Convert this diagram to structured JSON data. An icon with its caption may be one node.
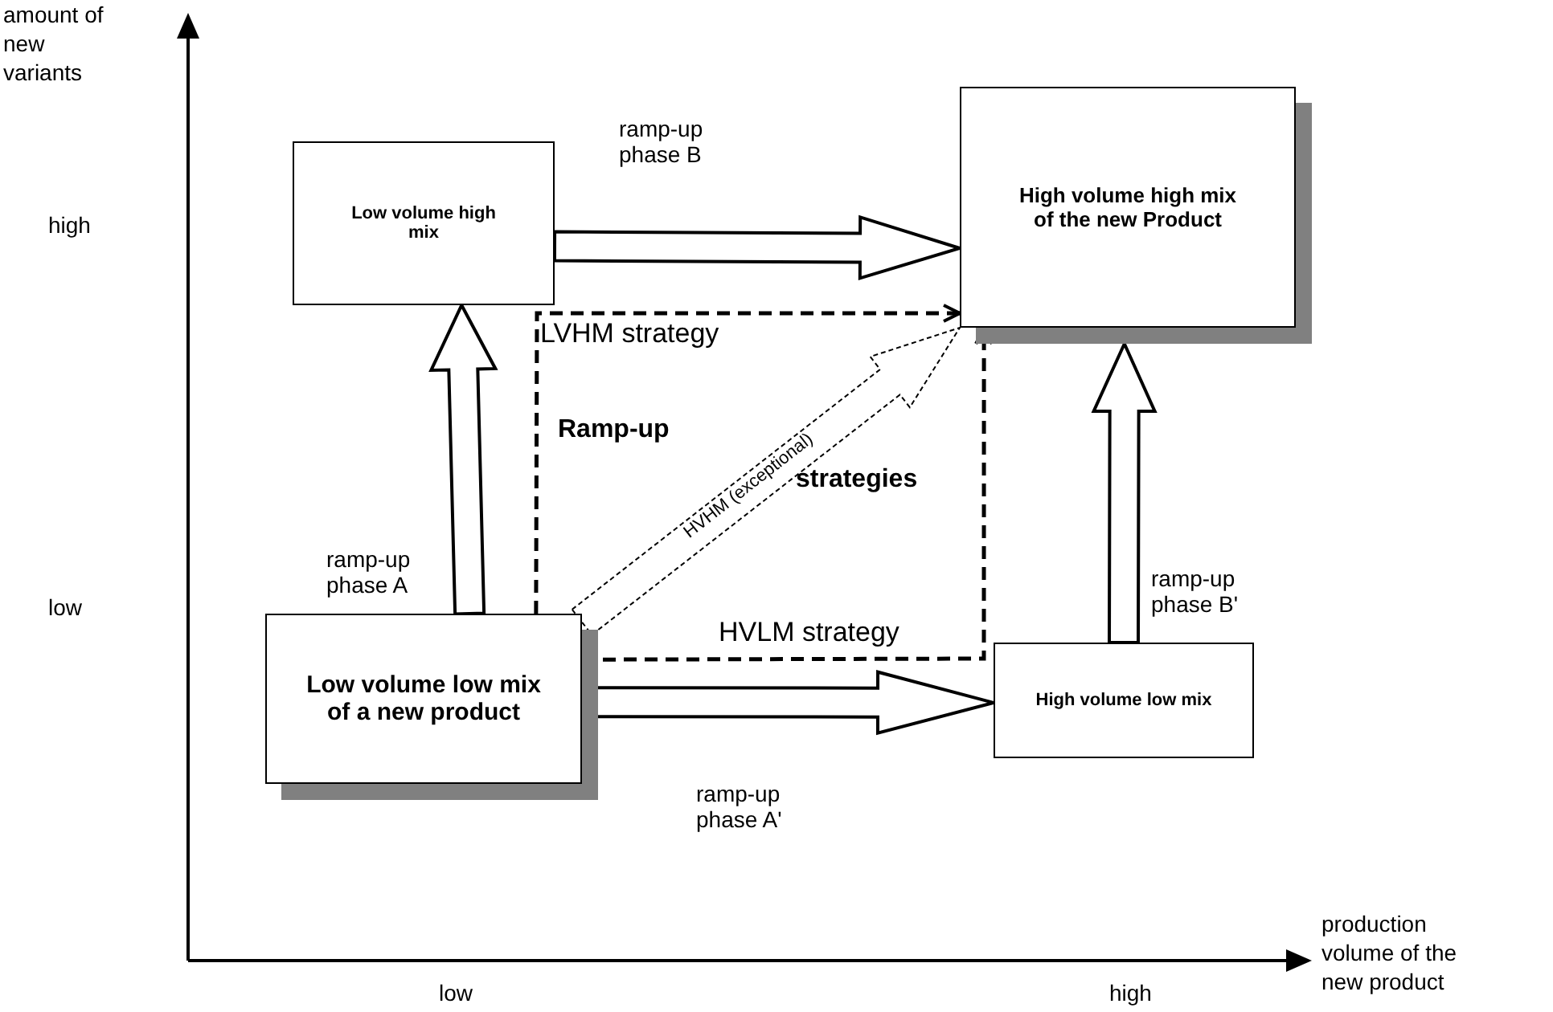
{
  "diagram": {
    "nodes": [
      {
        "text": [
          "Low volume high mix"
        ]
      },
      {
        "text": [
          "High volume high mix of the new Product"
        ]
      },
      {
        "text": [
          "Low volume low mix of a new product"
        ]
      },
      {
        "text": [
          "High volume low mix"
        ]
      }
    ],
    "edges": [
      {
        "from": 2,
        "to": 0,
        "arrow": "to",
        "label": "ramp-up phase A"
      },
      {
        "from": 0,
        "to": 1,
        "arrow": "to",
        "label": "ramp-up phase B"
      },
      {
        "from": 2,
        "to": 3,
        "arrow": "to",
        "label": "ramp-up phase A'"
      },
      {
        "from": 3,
        "to": 1,
        "arrow": "to",
        "label": "ramp-up phase B'"
      },
      {
        "from": 2,
        "to": 1,
        "arrow": "to",
        "label": "LVHM strategy",
        "style": "dashed"
      },
      {
        "from": 2,
        "to": 1,
        "arrow": "to",
        "label": "HVLM strategy",
        "style": "dashed"
      },
      {
        "from": 2,
        "to": 1,
        "arrow": "to",
        "label": "HVHM (exceptional)",
        "style": "dashed"
      }
    ],
    "labels": [
      "amount of new variants",
      "high",
      "Ramp-up",
      "strategies",
      "low",
      "low",
      "high",
      "production volume of the new product"
    ]
  }
}
